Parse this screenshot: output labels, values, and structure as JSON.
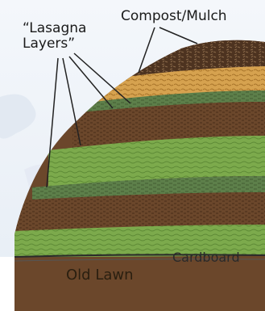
{
  "labels": {
    "lasagna_line1": "“Lasagna",
    "lasagna_line2": "Layers”",
    "compost": "Compost/Mulch",
    "cardboard": "Cardboard",
    "old_lawn": "Old Lawn"
  },
  "colors": {
    "compost": "#5a3d22",
    "straw": "#d9a85a",
    "green": "#7aa54a",
    "brown": "#6e4a2e",
    "cardboard": "#b9a98a",
    "soil": "#c9ad78",
    "sky": "#e8eef6"
  }
}
